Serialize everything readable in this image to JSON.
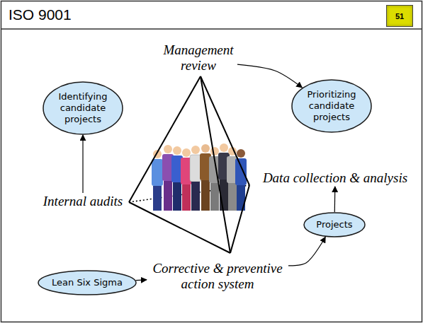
{
  "diagram": {
    "title": "ISO 9001",
    "nodes": [
      {
        "text": [
          "51"
        ]
      },
      {
        "text": [
          "Management review"
        ]
      },
      {
        "text": [
          "Identifying candidate projects"
        ]
      },
      {
        "text": [
          "Prioritizing candidate projects"
        ]
      },
      {
        "text": [
          "Data collection & analysis"
        ]
      },
      {
        "text": [
          "Internal audits"
        ]
      },
      {
        "text": [
          "Projects"
        ]
      },
      {
        "text": [
          "Corrective & preventive action system"
        ]
      },
      {
        "text": [
          "Lean Six Sigma"
        ]
      }
    ],
    "edges": [
      {
        "from": 5,
        "to": 2,
        "arrow": "to"
      },
      {
        "from": 1,
        "to": 3,
        "arrow": "to"
      },
      {
        "from": 7,
        "to": 6,
        "arrow": "to"
      },
      {
        "from": 6,
        "to": 4,
        "arrow": "to"
      },
      {
        "from": 8,
        "to": 7,
        "arrow": "to"
      }
    ]
  }
}
